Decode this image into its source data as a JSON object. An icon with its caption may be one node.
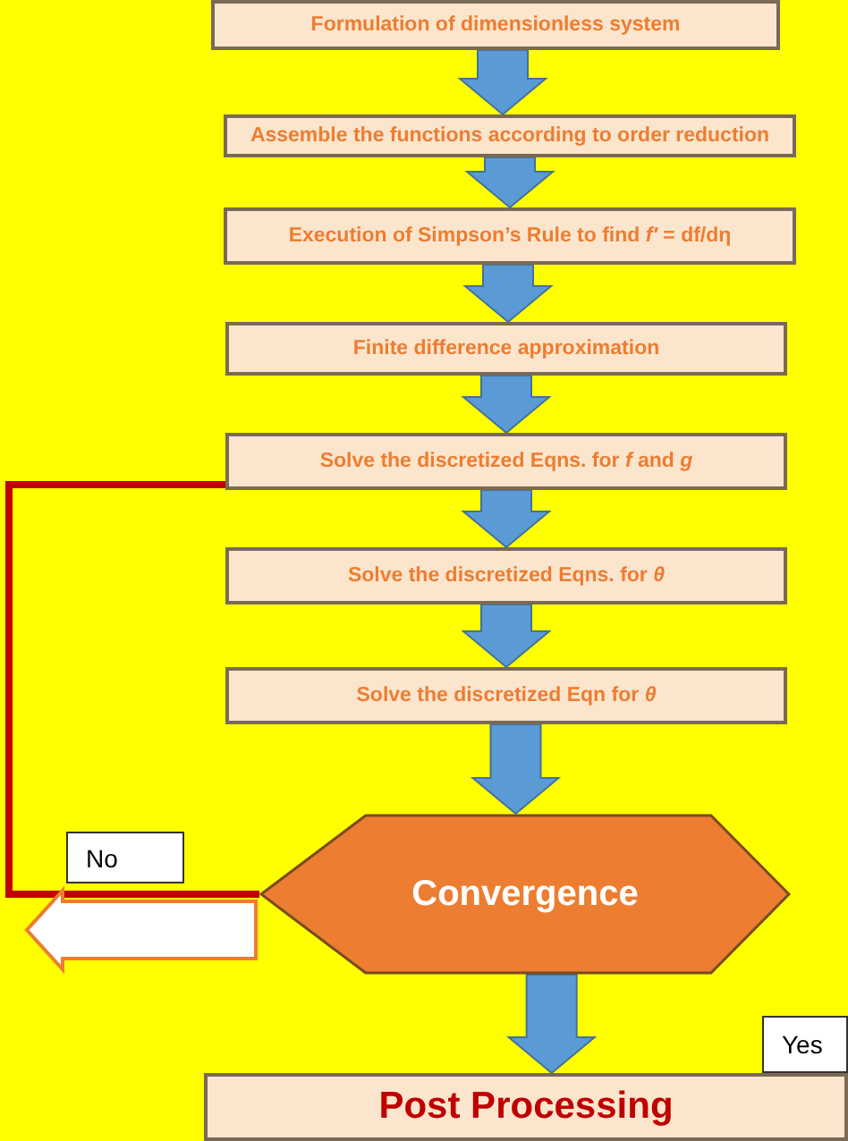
{
  "diagram": {
    "nodes": [
      {
        "text": [
          "Formulation of dimensionless system"
        ]
      },
      {
        "text": [
          "Assemble the functions according to order reduction"
        ]
      },
      {
        "text": [
          "Execution of Simpson’s Rule to find *f′* = df/dη"
        ]
      },
      {
        "text": [
          "Finite difference approximation"
        ]
      },
      {
        "text": [
          "Solve the discretized Eqns. for *f* and *g*"
        ]
      },
      {
        "text": [
          "Solve the discretized Eqns. for *θ*"
        ]
      },
      {
        "text": [
          "Solve the discretized Eqn for *θ*"
        ]
      },
      {
        "text": [
          "Convergence"
        ]
      },
      {
        "text": [
          "Post Processing"
        ]
      },
      {
        "text": [
          "No"
        ]
      },
      {
        "text": [
          "Yes"
        ]
      }
    ],
    "edges": [
      {
        "from": 0,
        "to": 1,
        "arrow": "to"
      },
      {
        "from": 1,
        "to": 2,
        "arrow": "to"
      },
      {
        "from": 2,
        "to": 3,
        "arrow": "to"
      },
      {
        "from": 3,
        "to": 4,
        "arrow": "to"
      },
      {
        "from": 4,
        "to": 5,
        "arrow": "to"
      },
      {
        "from": 5,
        "to": 6,
        "arrow": "to"
      },
      {
        "from": 6,
        "to": 7,
        "arrow": "to"
      },
      {
        "from": 7,
        "to": 8,
        "arrow": "to"
      },
      {
        "from": 7,
        "to": 4,
        "arrow": "none",
        "color": "#c00000"
      },
      {
        "from": 7,
        "to": null,
        "arrow": "to",
        "color": "#ffffff"
      }
    ]
  }
}
